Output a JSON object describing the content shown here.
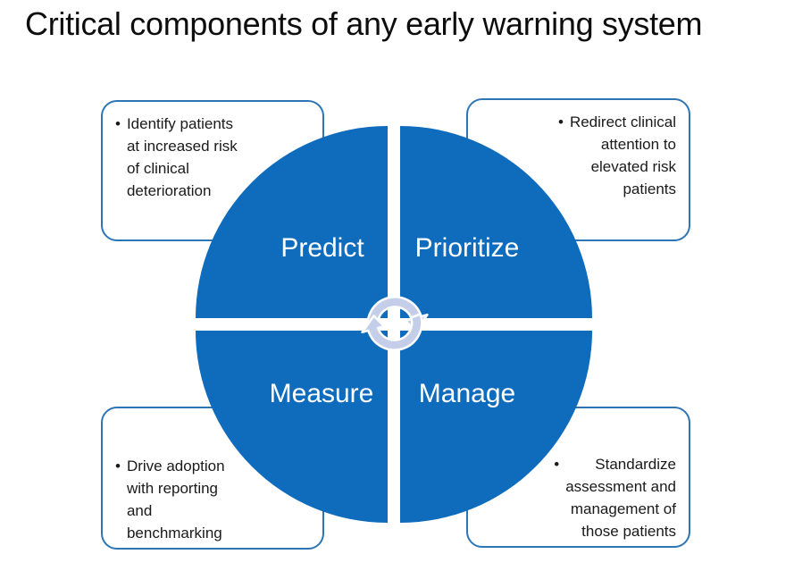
{
  "title": "Critical components of any early warning system",
  "diagram": {
    "type": "cycle-matrix",
    "quadrants": [
      {
        "label": "Predict"
      },
      {
        "label": "Prioritize"
      },
      {
        "label": "Measure"
      },
      {
        "label": "Manage"
      }
    ],
    "center_icon": "cycle-arrows-icon"
  },
  "callouts": [
    {
      "quadrant": "Predict",
      "bullet": "•",
      "text": "Identify patients\nat increased risk\nof clinical\ndeterioration"
    },
    {
      "quadrant": "Prioritize",
      "bullet": "•",
      "text": "Redirect clinical\nattention to\nelevated risk\npatients"
    },
    {
      "quadrant": "Measure",
      "bullet": "•",
      "text": "Drive adoption\nwith reporting\nand\nbenchmarking"
    },
    {
      "quadrant": "Manage",
      "bullet": "•",
      "text": "Standardize\nassessment and\nmanagement of\nthose patients"
    }
  ],
  "colors": {
    "quadrant_fill": "#0f6cbd",
    "quadrant_label_text": "#ffffff",
    "callout_border": "#2e75b6",
    "callout_text": "#1a1a1a",
    "cycle_arrow_fill": "#c5cee9",
    "title_text": "#0d0d0d",
    "background": "#ffffff"
  }
}
